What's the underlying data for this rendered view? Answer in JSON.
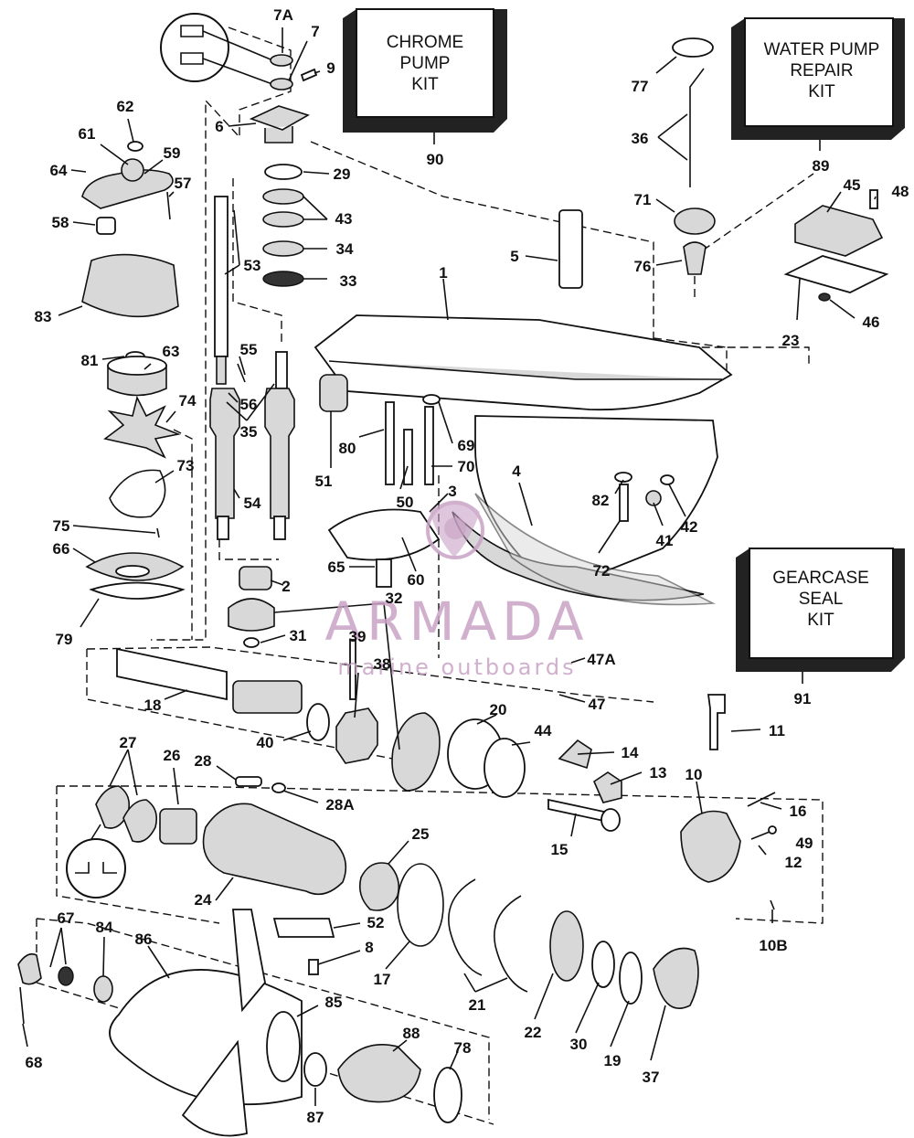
{
  "kits": [
    {
      "id": "chrome",
      "label_lines": [
        "CHROME",
        "PUMP",
        "KIT"
      ],
      "number": "90"
    },
    {
      "id": "water",
      "label_lines": [
        "WATER PUMP",
        "REPAIR",
        "KIT"
      ],
      "number": "89"
    },
    {
      "id": "seal",
      "label_lines": [
        "GEARCASE",
        "SEAL",
        "KIT"
      ],
      "number": "91"
    }
  ],
  "watermark": {
    "brand": "ARMADA",
    "tagline": "marine outboards",
    "color": "#c9a3c6"
  },
  "part_labels": [
    "7A",
    "7",
    "9",
    "6",
    "29",
    "43",
    "34",
    "33",
    "62",
    "61",
    "59",
    "64",
    "57",
    "58",
    "83",
    "53",
    "55",
    "56",
    "35",
    "81",
    "63",
    "74",
    "73",
    "54",
    "75",
    "66",
    "79",
    "2",
    "65",
    "32",
    "31",
    "39",
    "38",
    "18",
    "40",
    "20",
    "44",
    "27",
    "26",
    "28",
    "28A",
    "24",
    "25",
    "52",
    "8",
    "17",
    "21",
    "22",
    "30",
    "19",
    "37",
    "67",
    "84",
    "86",
    "68",
    "85",
    "88",
    "78",
    "87",
    "77",
    "36",
    "71",
    "76",
    "45",
    "48",
    "23",
    "46",
    "5",
    "1",
    "51",
    "80",
    "69",
    "70",
    "50",
    "3",
    "60",
    "4",
    "82",
    "72",
    "41",
    "42",
    "47A",
    "47",
    "11",
    "14",
    "13",
    "10",
    "15",
    "16",
    "49",
    "12",
    "10B"
  ]
}
